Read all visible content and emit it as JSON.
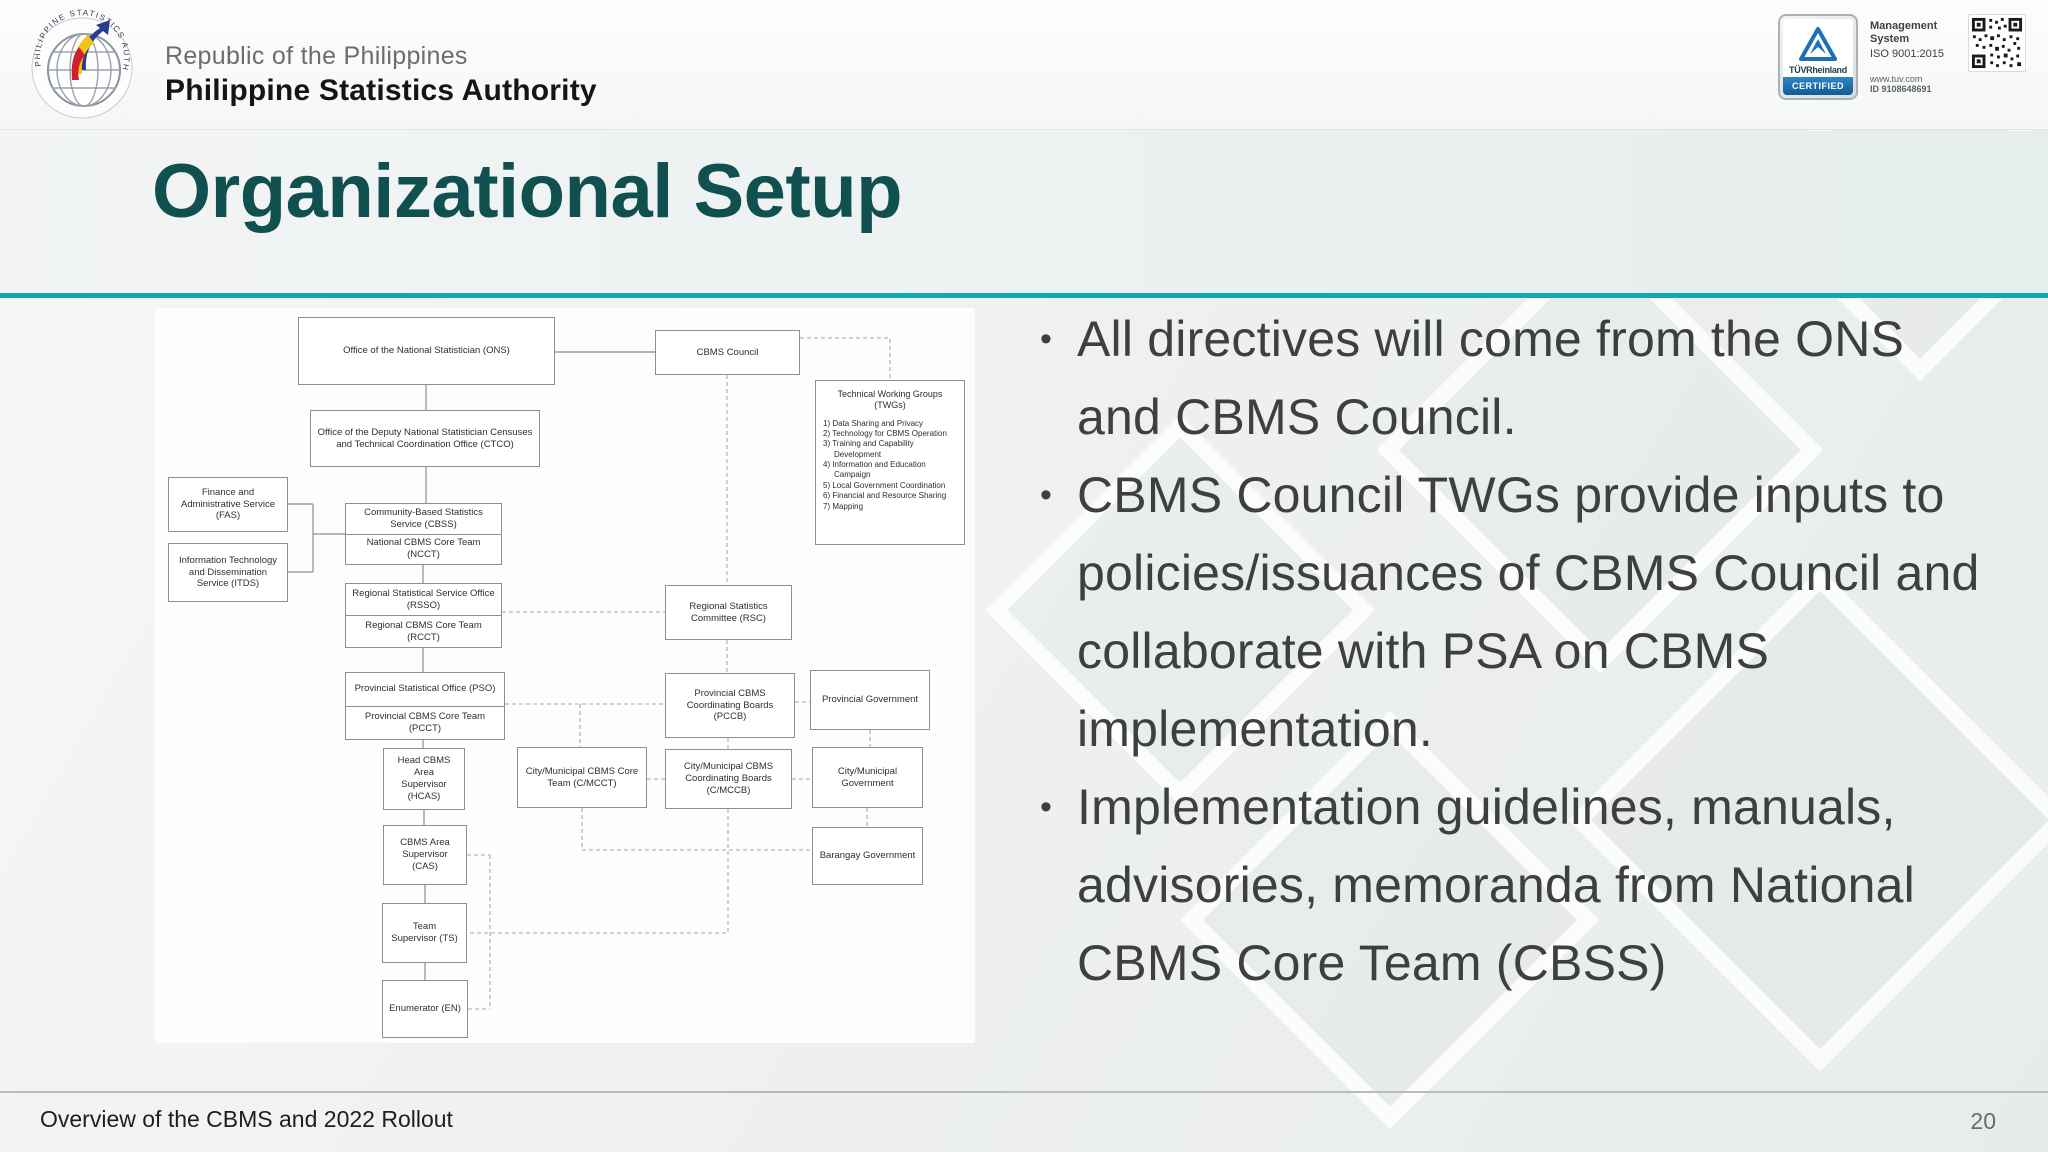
{
  "header": {
    "republic": "Republic of the Philippines",
    "agency": "Philippine Statistics Authority",
    "logo_ring_text": "PHILIPPINE STATISTICS AUTHORITY",
    "certification": {
      "brand": "TÜVRheinland",
      "certified": "CERTIFIED",
      "line1": "Management System",
      "line2": "ISO 9001:2015",
      "line3": "www.tuv.com",
      "line4": "ID 9108648691"
    }
  },
  "title": "Organizational Setup",
  "accent_colors": {
    "title": "#10504f",
    "divider": "#12a7b5"
  },
  "bullet_marker": "•",
  "bullets": [
    "All directives will come from the ONS and CBMS Council.",
    "CBMS Council TWGs provide inputs to policies/issuances of CBMS Council and collaborate with PSA on CBMS implementation.",
    "Implementation guidelines, manuals, advisories, memoranda from National CBMS Core Team (CBSS)"
  ],
  "org_chart": {
    "boxes": {
      "ons": "Office of the National Statistician (ONS)",
      "cbms_council": "CBMS Council",
      "twg_title": "Technical Working Groups (TWGs)",
      "twg_items": [
        "1) Data Sharing and Privacy",
        "2) Technology for CBMS Operation",
        "3) Training and Capability Development",
        "4) Information and Education Campaign",
        "5) Local Government Coordination",
        "6) Financial and Resource Sharing",
        "7) Mapping"
      ],
      "ctco": "Office of the Deputy National Statistician Censuses and Technical Coordination Office (CTCO)",
      "fas": "Finance and Administrative Service (FAS)",
      "itds": "Information Technology and Dissemination Service (ITDS)",
      "cbss": "Community-Based Statistics Service (CBSS)",
      "ncct": "National CBMS Core Team (NCCT)",
      "rsso": "Regional Statistical Service Office (RSSO)",
      "rcct": "Regional CBMS Core Team (RCCT)",
      "rsc": "Regional Statistics Committee (RSC)",
      "pso": "Provincial Statistical Office (PSO)",
      "pcct": "Provincial CBMS Core Team (PCCT)",
      "pccb": "Provincial CBMS Coordinating Boards (PCCB)",
      "prov_gov": "Provincial Government",
      "hcas": "Head CBMS Area Supervisor (HCAS)",
      "cmcct": "City/Municipal CBMS Core Team (C/MCCT)",
      "cmccb": "City/Municipal CBMS Coordinating Boards (C/MCCB)",
      "cm_gov": "City/Municipal Government",
      "cas": "CBMS Area Supervisor (CAS)",
      "brgy_gov": "Barangay Government",
      "ts": "Team Supervisor (TS)",
      "en": "Enumerator (EN)"
    }
  },
  "footer": {
    "left": "Overview of the CBMS and 2022 Rollout",
    "page": "20"
  }
}
